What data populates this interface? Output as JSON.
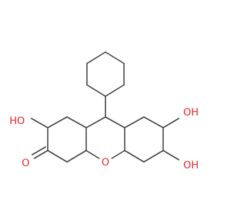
{
  "molecule": {
    "labels": {
      "oxygen_ketone": "O",
      "oxygen_ring": "O",
      "hydroxyl_left": "HO",
      "hydroxyl_right_upper": "OH",
      "hydroxyl_right_lower": "OH"
    },
    "colors": {
      "bond": "#3d3d3d",
      "oxygen": "#e8252a",
      "background": "#ffffff"
    }
  }
}
